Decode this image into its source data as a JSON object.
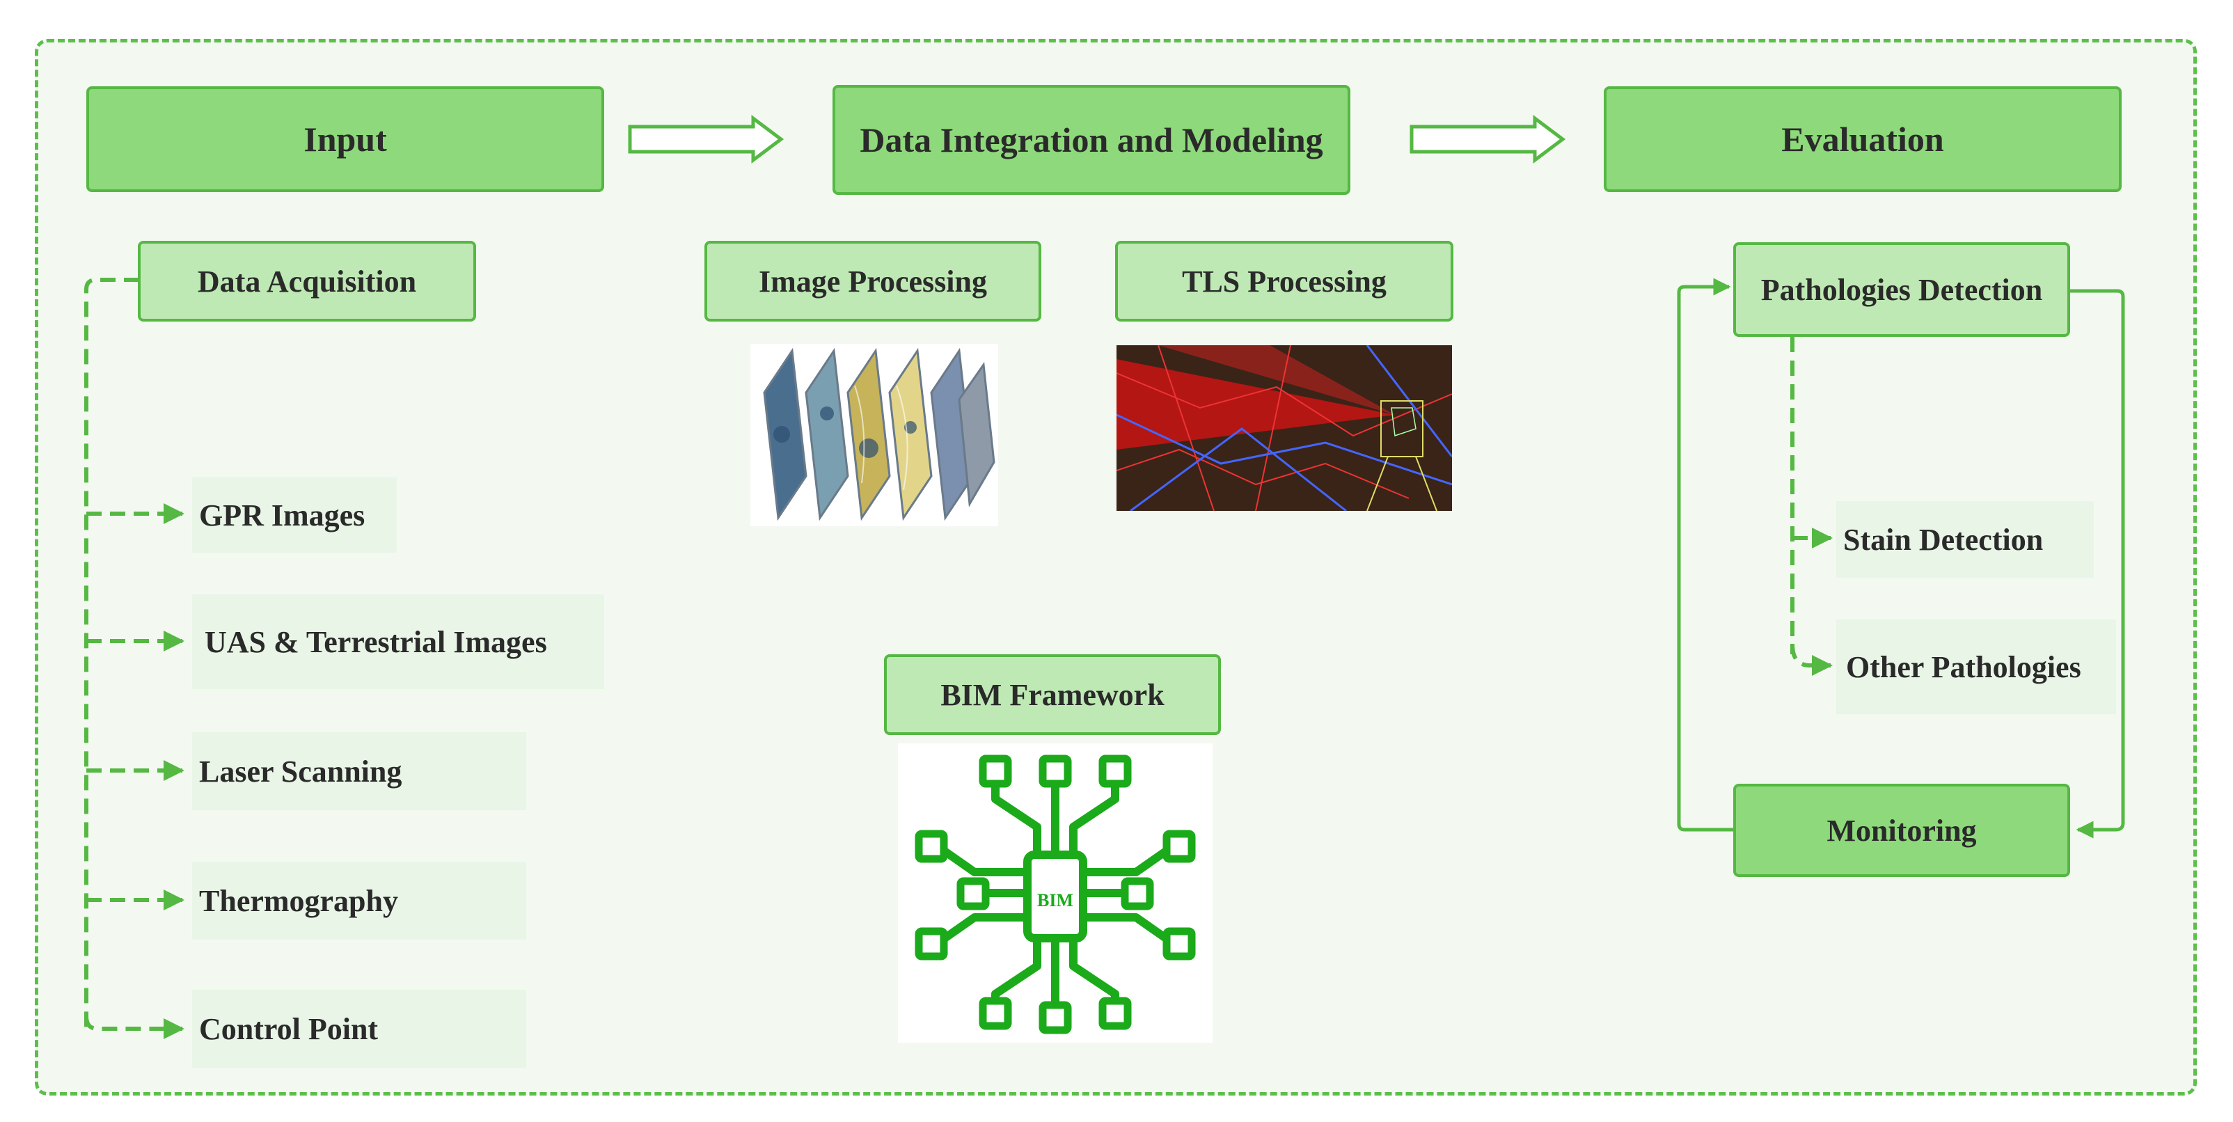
{
  "stages": {
    "input": "Input",
    "integration": "Data Integration and Modeling",
    "evaluation": "Evaluation"
  },
  "input_section": {
    "header": "Data Acquisition",
    "items": [
      "GPR Images",
      "UAS & Terrestrial Images",
      "Laser Scanning",
      "Thermography",
      "Control Point"
    ]
  },
  "integration_section": {
    "image_processing": "Image Processing",
    "tls_processing": "TLS Processing",
    "bim_framework": "BIM Framework",
    "bim_icon_label": "BIM"
  },
  "evaluation_section": {
    "pathologies_detection": "Pathologies Detection",
    "items": [
      "Stain Detection",
      "Other Pathologies"
    ],
    "monitoring": "Monitoring"
  },
  "colors": {
    "main_fill": "#8ed97b",
    "sub_fill": "#bfe9b4",
    "border": "#55b843",
    "bim_green": "#1aaa1a"
  },
  "icons": [
    "image-stack-icon",
    "tls-scan-icon",
    "bim-circuit-icon"
  ]
}
